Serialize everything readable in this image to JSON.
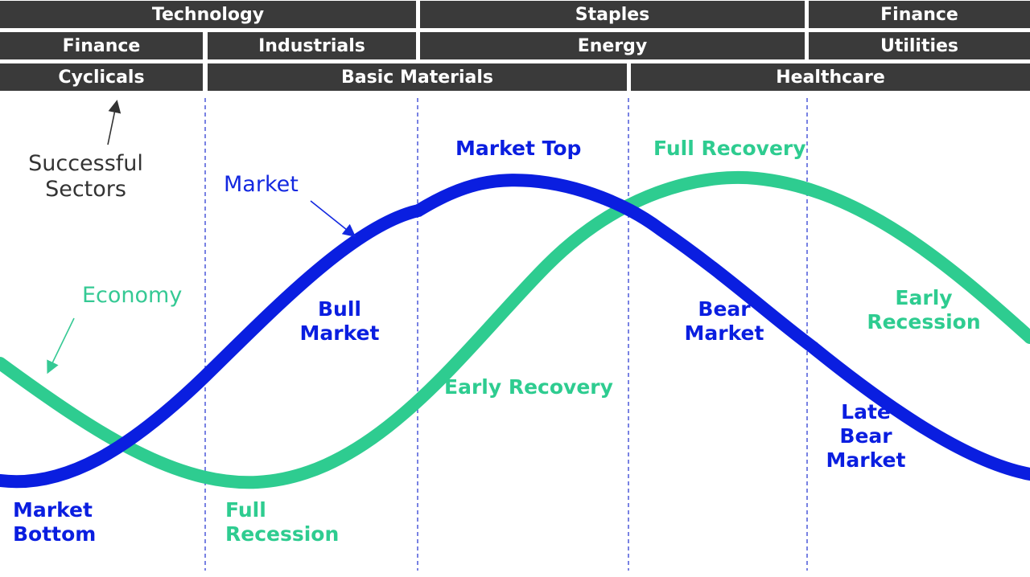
{
  "sectors": {
    "row1": [
      "Technology",
      "Staples",
      "Finance"
    ],
    "row2": [
      "Finance",
      "Industrials",
      "Energy",
      "Utilities"
    ],
    "row3": [
      "Cyclicals",
      "Basic Materials",
      "Healthcare"
    ]
  },
  "annotations": {
    "successful_sectors": [
      "Successful",
      "Sectors"
    ],
    "market": "Market",
    "economy": "Economy"
  },
  "phases": {
    "market_top": "Market Top",
    "full_recovery": "Full Recovery",
    "bull_market": [
      "Bull",
      "Market"
    ],
    "bear_market": [
      "Bear",
      "Market"
    ],
    "early_recession": [
      "Early",
      "Recession"
    ],
    "early_recovery": "Early Recovery",
    "late_bear_market": [
      "Late",
      "Bear",
      "Market"
    ],
    "market_bottom": [
      "Market",
      "Bottom"
    ],
    "full_recession": [
      "Full",
      "Recession"
    ]
  },
  "colors": {
    "market": "#0a1ee0",
    "economy": "#2ecc90",
    "header_bar": "#3a3a3a",
    "divider": "#2030d0"
  }
}
